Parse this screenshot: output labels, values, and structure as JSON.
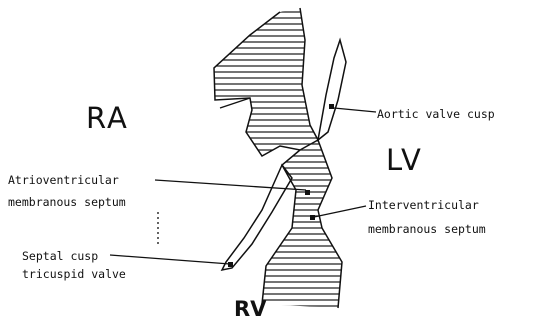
{
  "chambers": {
    "ra": "RA",
    "lv": "LV",
    "rv": "RV"
  },
  "labels": {
    "aortic_valve_cusp": "Aortic valve cusp",
    "av_septum_line1": "Atrioventricular",
    "av_septum_line2": "membranous septum",
    "iv_septum_line1": "Interventricular",
    "iv_septum_line2": "membranous septum",
    "septal_cusp_line1": "Septal cusp",
    "septal_cusp_line2": "tricuspid valve"
  }
}
